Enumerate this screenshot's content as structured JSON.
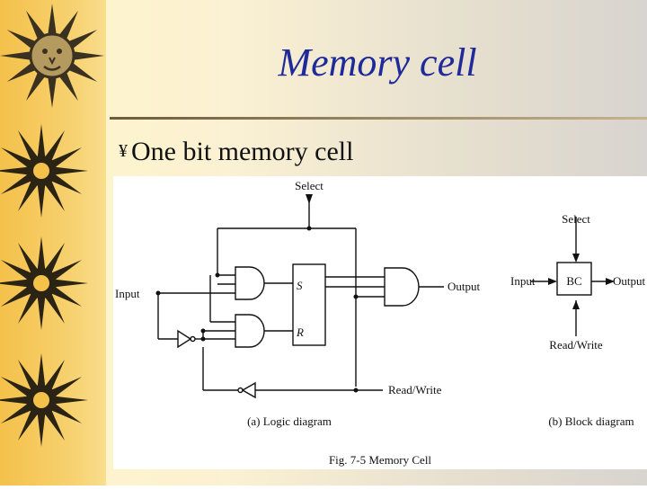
{
  "slide": {
    "title": "Memory cell",
    "bullet": "One bit memory cell",
    "bullet_glyph": "¥"
  },
  "figure": {
    "caption": "Fig. 7-5  Memory Cell",
    "logic_diagram": {
      "caption": "(a) Logic diagram",
      "labels": {
        "select": "Select",
        "input": "Input",
        "output": "Output",
        "read_write": "Read/Write",
        "set": "S",
        "reset": "R"
      }
    },
    "block_diagram": {
      "caption": "(b) Block diagram",
      "labels": {
        "select": "Select",
        "input": "Input",
        "block": "BC",
        "output": "Output",
        "read_write": "Read/Write"
      }
    }
  },
  "colors": {
    "title": "#1e2a9a",
    "decor": "#f4c14a",
    "ink": "#111111"
  },
  "decorations": [
    "sun-face-icon",
    "sunburst-icon"
  ]
}
